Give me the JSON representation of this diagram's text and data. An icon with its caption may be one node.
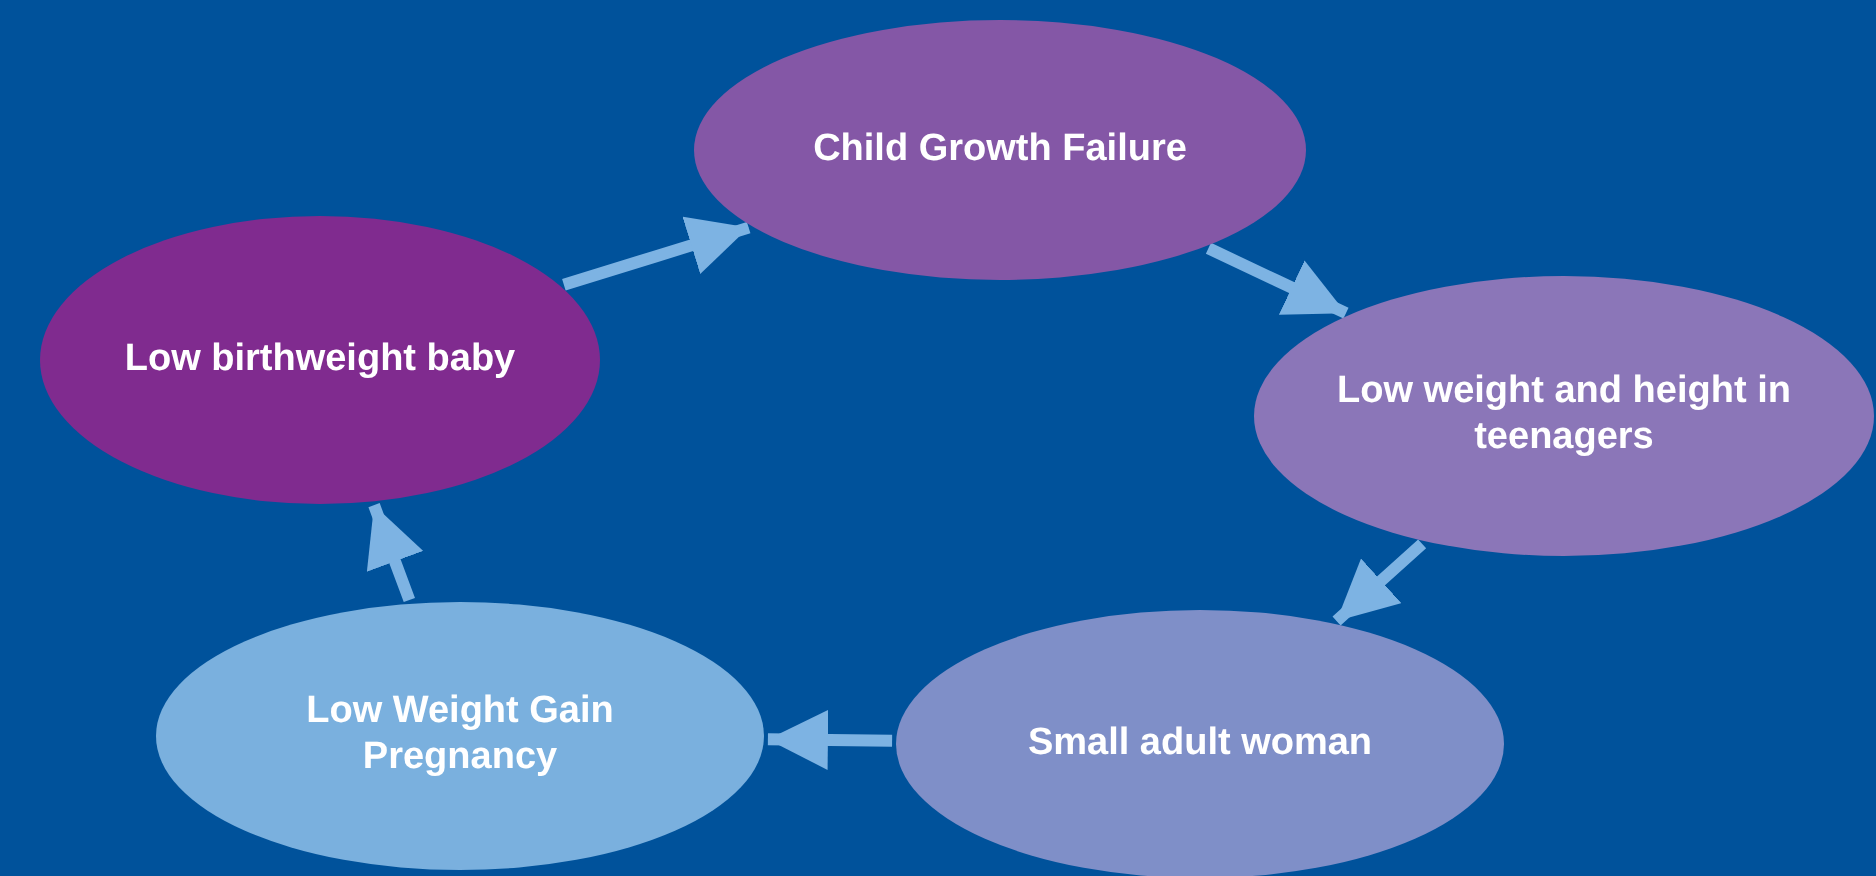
{
  "diagram": {
    "nodes": [
      {
        "text": [
          "Child Growth Failure"
        ]
      },
      {
        "text": [
          "Low weight and height in teenagers"
        ]
      },
      {
        "text": [
          "Small adult woman"
        ]
      },
      {
        "text": [
          "Low Weight Gain Pregnancy"
        ]
      },
      {
        "text": [
          "Low birthweight baby"
        ]
      }
    ],
    "edges": [
      {
        "from": 4,
        "to": 0,
        "arrow": "to"
      },
      {
        "from": 0,
        "to": 1,
        "arrow": "to"
      },
      {
        "from": 1,
        "to": 2,
        "arrow": "to"
      },
      {
        "from": 2,
        "to": 3,
        "arrow": "to"
      },
      {
        "from": 3,
        "to": 4,
        "arrow": "to"
      }
    ]
  }
}
